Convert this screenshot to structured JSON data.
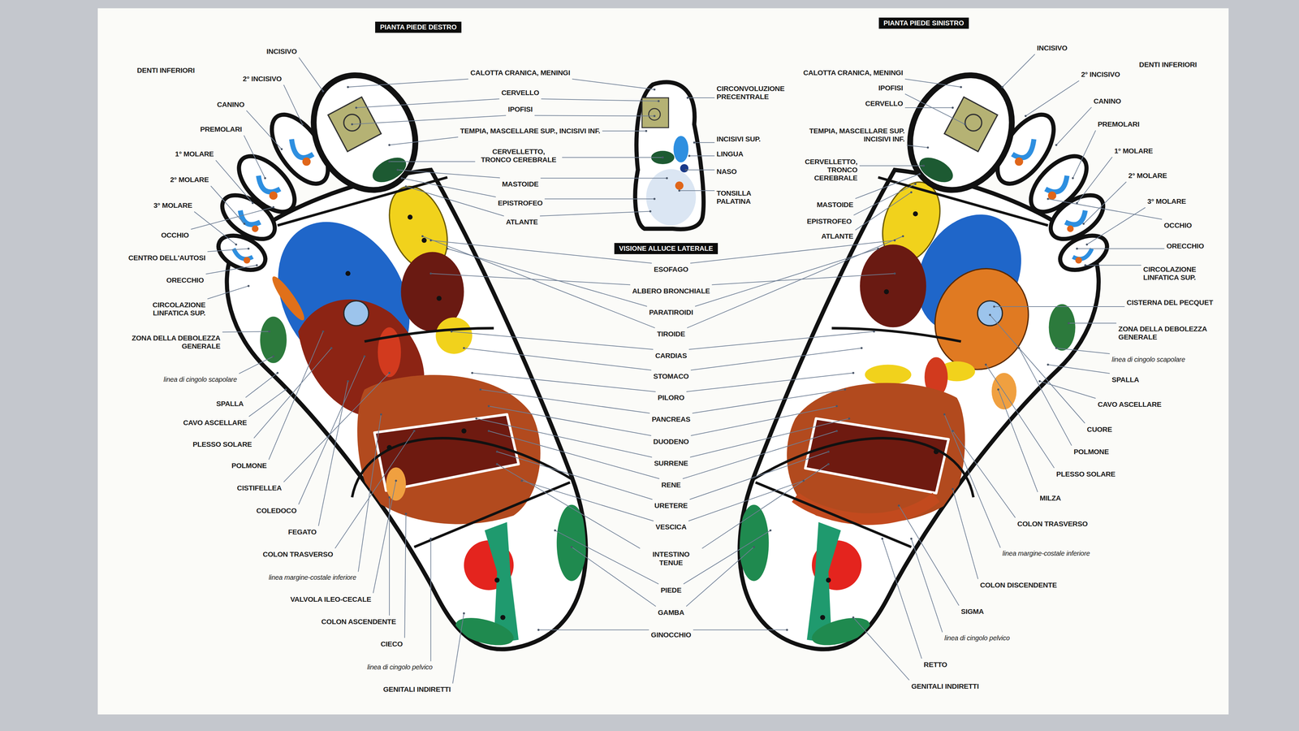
{
  "diagram": {
    "nodes": [
      {
        "text": [
          "PIANTA PIEDE DESTRO"
        ]
      },
      {
        "text": [
          "PIANTA PIEDE SINISTRO"
        ]
      },
      {
        "text": [
          "VISIONE ALLUCE LATERALE"
        ]
      }
    ],
    "labels": [
      "DENTI INFERIORI",
      "INCISIVO",
      "2° INCISIVO",
      "CANINO",
      "PREMOLARI",
      "1° MOLARE",
      "2° MOLARE",
      "3° MOLARE",
      "OCCHIO",
      "CENTRO DELL'AUTOSI",
      "ORECCHIO",
      "CIRCOLAZIONE LINFATICA SUP.",
      "ZONA DELLA DEBOLEZZA GENERALE",
      "linea di cingolo scapolare",
      "SPALLA",
      "CAVO ASCELLARE",
      "PLESSO SOLARE",
      "POLMONE",
      "CISTIFELLEA",
      "COLEDOCO",
      "FEGATO",
      "COLON TRASVERSO",
      "linea margine-costale inferiore",
      "VALVOLA ILEO-CECALE",
      "COLON ASCENDENTE",
      "CIECO",
      "linea di cingolo pelvico",
      "GENITALI INDIRETTI",
      "CALOTTA CRANICA, MENINGI",
      "CERVELLO",
      "IPOFISI",
      "TEMPIA, MASCELLARE SUP., INCISIVI INF.",
      "CERVELLETTO, TRONCO CEREBRALE",
      "MASTOIDE",
      "EPISTROFEO",
      "ATLANTE",
      "CIRCONVOLUZIONE PRECENTRALE",
      "INCISIVI SUP.",
      "LINGUA",
      "NASO",
      "TONSILLA PALATINA",
      "ESOFAGO",
      "ALBERO BRONCHIALE",
      "PARATIROIDI",
      "TIROIDE",
      "CARDIAS",
      "STOMACO",
      "PILORO",
      "PANCREAS",
      "DUODENO",
      "SURRENE",
      "RENE",
      "URETERE",
      "VESCICA",
      "INTESTINO TENUE",
      "PIEDE",
      "GAMBA",
      "GINOCCHIO",
      "CALOTTA CRANICA, MENINGI",
      "IPOFISI",
      "CERVELLO",
      "TEMPIA, MASCELLARE SUP. INCISIVI INF.",
      "CERVELLETTO, TRONCO CEREBRALE",
      "MASTOIDE",
      "EPISTROFEO",
      "ATLANTE",
      "INCISIVO",
      "DENTI INFERIORI",
      "2° INCISIVO",
      "CANINO",
      "PREMOLARI",
      "1° MOLARE",
      "2° MOLARE",
      "3° MOLARE",
      "OCCHIO",
      "ORECCHIO",
      "CIRCOLAZIONE LINFATICA SUP.",
      "CISTERNA DEL PECQUET",
      "ZONA DELLA DEBOLEZZA GENERALE",
      "linea di cingolo scapolare",
      "SPALLA",
      "CAVO ASCELLARE",
      "CUORE",
      "POLMONE",
      "PLESSO SOLARE",
      "MILZA",
      "COLON TRASVERSO",
      "linea margine-costale inferiore",
      "COLON DISCENDENTE",
      "SIGMA",
      "linea di cingolo pelvico",
      "RETTO",
      "GENITALI INDIRETTI"
    ]
  }
}
